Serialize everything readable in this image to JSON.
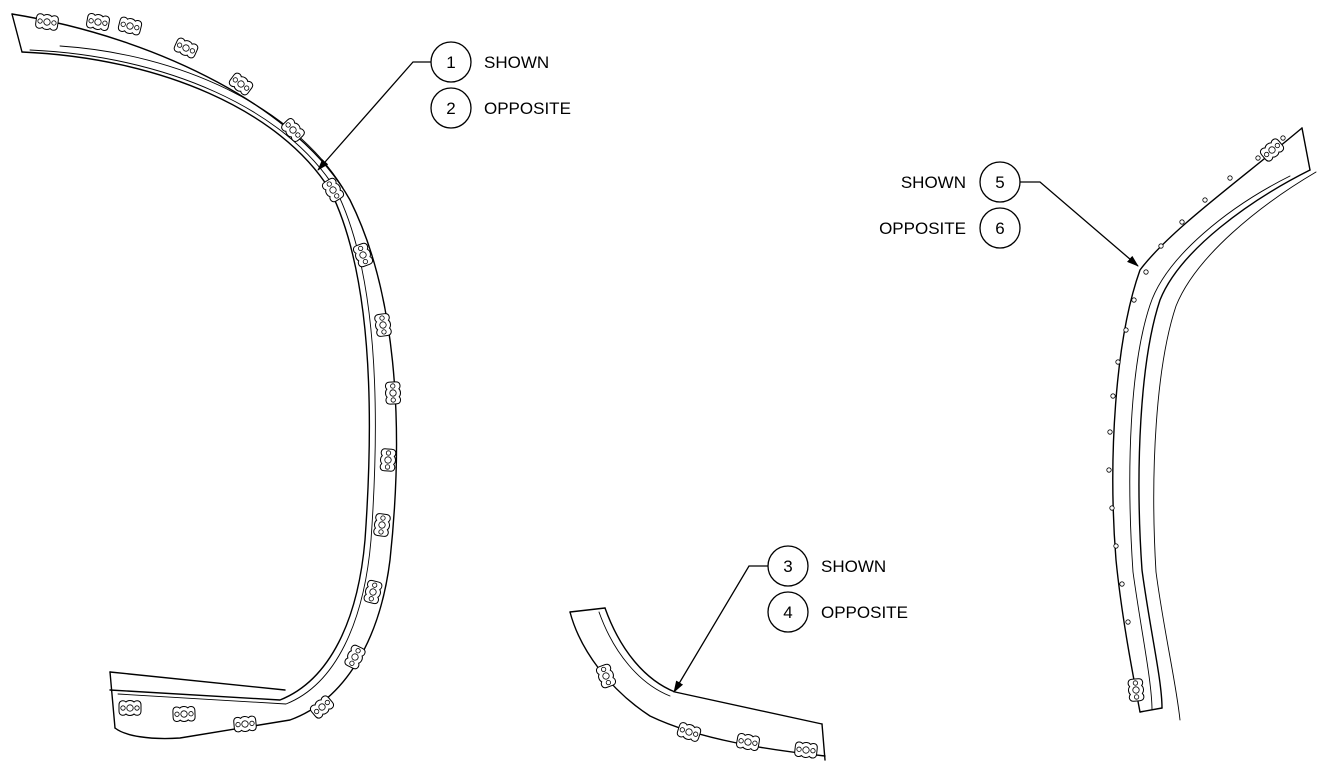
{
  "callouts": [
    {
      "id": "c1",
      "number": "1",
      "text": "SHOWN"
    },
    {
      "id": "c2",
      "number": "2",
      "text": "OPPOSITE"
    },
    {
      "id": "c3",
      "number": "3",
      "text": "SHOWN"
    },
    {
      "id": "c4",
      "number": "4",
      "text": "OPPOSITE"
    },
    {
      "id": "c5",
      "number": "5",
      "text": "SHOWN"
    },
    {
      "id": "c6",
      "number": "6",
      "text": "OPPOSITE"
    }
  ],
  "colors": {
    "line": "#000000",
    "background": "#ffffff"
  }
}
